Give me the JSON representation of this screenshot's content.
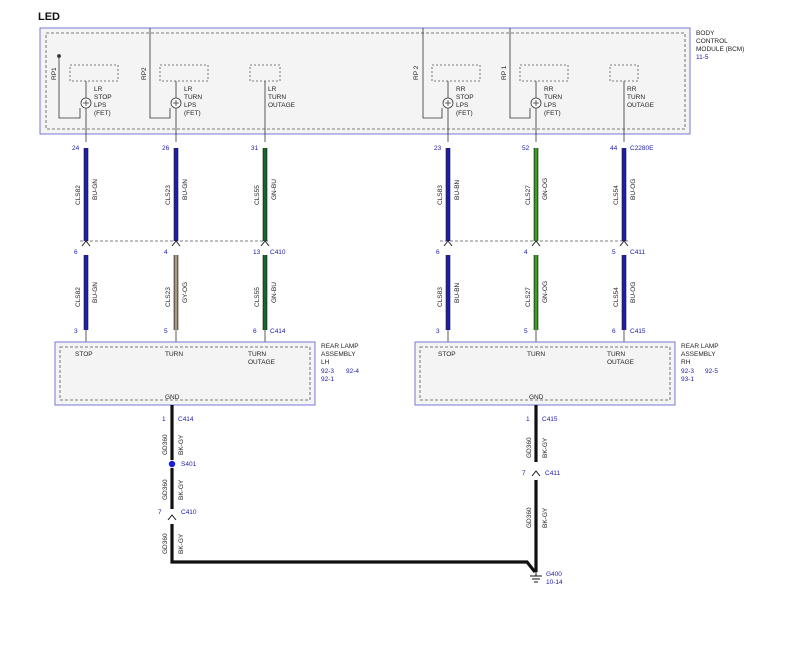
{
  "page": {
    "title": "LED"
  },
  "bcm": {
    "label_lines": [
      "BODY",
      "CONTROL",
      "MODULE (BCM)"
    ],
    "ref": "11-5",
    "power_left_1": "RP1",
    "power_left_2": "RP2",
    "power_right_2": "RP 2",
    "power_right_1": "RP 1",
    "outputs": [
      {
        "lines": [
          "LR",
          "STOP",
          "LPS",
          "(FET)"
        ]
      },
      {
        "lines": [
          "LR",
          "TURN",
          "LPS",
          "(FET)"
        ]
      },
      {
        "lines": [
          "LR",
          "TURN",
          "OUTAGE"
        ]
      },
      {
        "lines": [
          "RR",
          "STOP",
          "LPS",
          "(FET)"
        ]
      },
      {
        "lines": [
          "RR",
          "TURN",
          "LPS",
          "(FET)"
        ]
      },
      {
        "lines": [
          "RR",
          "TURN",
          "OUTAGE"
        ]
      }
    ]
  },
  "wires": [
    {
      "pin_top": "24",
      "circuit_top": "CLS82",
      "color_top": "BU-GN",
      "pin_mid": "6",
      "circuit_bot": "CLS82",
      "color_bot": "BU-GN",
      "pin_bot": "3",
      "hex_top": "#1c1cb8",
      "hex_bot": "#1c1cb8"
    },
    {
      "pin_top": "26",
      "circuit_top": "CLS23",
      "color_top": "BU-GN",
      "pin_mid": "4",
      "circuit_bot": "CLS23",
      "color_bot": "GY-OG",
      "pin_bot": "5",
      "hex_top": "#1c1cb8",
      "hex_bot": "#a89a80"
    },
    {
      "pin_top": "31",
      "circuit_top": "CLS55",
      "color_top": "GN-BU",
      "pin_mid": "13",
      "circuit_bot": "CLS55",
      "color_bot": "GN-BU",
      "pin_bot": "6",
      "hex_top": "#0f6b2a",
      "hex_bot": "#0f6b2a"
    },
    {
      "pin_top": "23",
      "circuit_top": "CLS83",
      "color_top": "BU-BN",
      "pin_mid": "6",
      "circuit_bot": "CLS83",
      "color_bot": "BU-BN",
      "pin_bot": "3",
      "hex_top": "#1c1cb8",
      "hex_bot": "#1c1cb8"
    },
    {
      "pin_top": "52",
      "circuit_top": "CLS27",
      "color_top": "GN-OG",
      "pin_mid": "4",
      "circuit_bot": "CLS27",
      "color_bot": "GN-OG",
      "pin_bot": "5",
      "hex_top": "#3aa01e",
      "hex_bot": "#3aa01e"
    },
    {
      "pin_top": "44",
      "circuit_top": "CLS54",
      "color_top": "BU-OG",
      "pin_mid": "5",
      "circuit_bot": "CLS54",
      "color_bot": "BU-OG",
      "pin_bot": "6",
      "hex_top": "#1c1cb8",
      "hex_bot": "#1c1cb8"
    }
  ],
  "connectors": {
    "bcm": "C2280E",
    "mid_left": "C410",
    "mid_right": "C411",
    "lamp_left": "C414",
    "lamp_right": "C415"
  },
  "lamp_lh": {
    "label_lines": [
      "REAR LAMP",
      "ASSEMBLY",
      "LH"
    ],
    "refs": [
      "92-3",
      "92-4",
      "92-1"
    ],
    "stop": "STOP",
    "turn": "TURN",
    "outage_lines": [
      "TURN",
      "OUTAGE"
    ],
    "gnd": "GND"
  },
  "lamp_rh": {
    "label_lines": [
      "REAR LAMP",
      "ASSEMBLY",
      "RH"
    ],
    "refs": [
      "92-3",
      "92-5",
      "93-1"
    ],
    "stop": "STOP",
    "turn": "TURN",
    "outage_lines": [
      "TURN",
      "OUTAGE"
    ],
    "gnd": "GND"
  },
  "ground_left": {
    "pin1": "1",
    "conn1": "C414",
    "circuit": "GD360",
    "color": "BK-GY",
    "splice": "S401",
    "pin2": "7",
    "conn2": "C410"
  },
  "ground_right": {
    "pin1": "1",
    "conn1": "C415",
    "circuit": "GD360",
    "color": "BK-GY",
    "pin2": "7",
    "conn2": "C411",
    "ground_point": "G400",
    "ground_ref": "10-14"
  },
  "colors": {
    "label_blue": "#1a1aa8",
    "module_border": "#7878d8",
    "ground_wire": "#111111"
  }
}
